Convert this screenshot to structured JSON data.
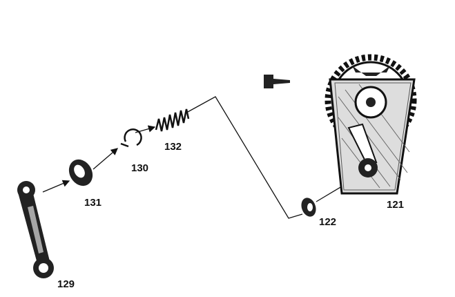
{
  "diagram": {
    "type": "exploded parts diagram",
    "parts": [
      {
        "id": "part-121",
        "label": "121"
      },
      {
        "id": "part-122",
        "label": "122"
      },
      {
        "id": "part-129",
        "label": "129"
      },
      {
        "id": "part-130",
        "label": "130"
      },
      {
        "id": "part-131",
        "label": "131"
      },
      {
        "id": "part-132",
        "label": "132"
      }
    ],
    "colors": {
      "ink": "#111111",
      "background": "#ffffff"
    }
  }
}
